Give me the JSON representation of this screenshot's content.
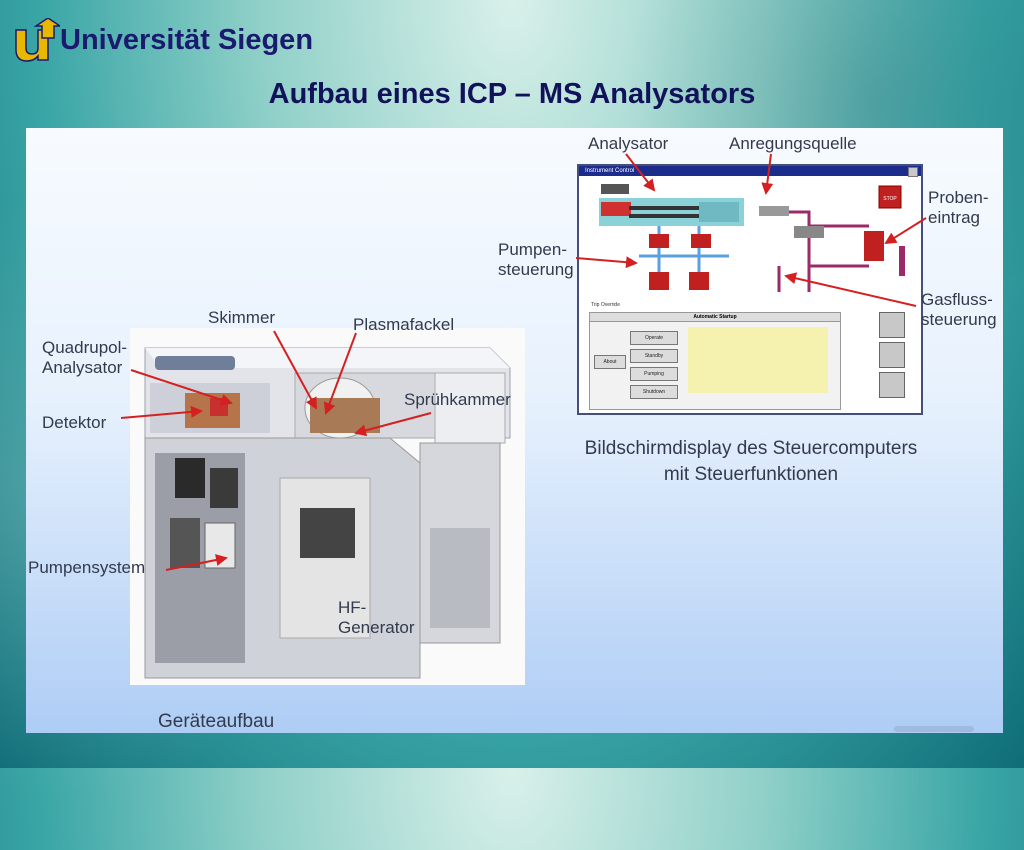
{
  "header": {
    "university": "Universität Siegen",
    "title": "Aufbau eines ICP – MS Analysators"
  },
  "labels": {
    "quadrupol": "Quadrupol-\nAnalysator",
    "detektor": "Detektor",
    "skimmer": "Skimmer",
    "plasmafackel": "Plasmafackel",
    "spruehkammer": "Sprühkammer",
    "pumpensystem": "Pumpensystem",
    "hf_generator": "HF-\nGenerator",
    "analysator": "Analysator",
    "anregungsquelle": "Anregungsquelle",
    "pumpensteuerung": "Pumpen-\nsteuerung",
    "probeneintrag": "Proben-\neintrag",
    "gasflusssteuerung": "Gasfluss-\nsteuerung"
  },
  "captions": {
    "screen": "Bildschirmdisplay des Steuercomputers\nmit Steuerfunktionen",
    "device": "Geräteaufbau"
  },
  "screen": {
    "window_title": "Instrument Control",
    "stop_label": "STOP",
    "override_label": "Trip Override",
    "panel_title": "Automatic Startup",
    "about_label": "About",
    "buttons": [
      "Operate",
      "Standby",
      "Pumping",
      "Shutdown"
    ]
  },
  "colors": {
    "title_text": "#12125a",
    "accent_yellow": "#f2c000",
    "arrow_red": "#d42020",
    "pipe_blue": "#5aa0e0",
    "pipe_magenta": "#9c2a6a"
  }
}
